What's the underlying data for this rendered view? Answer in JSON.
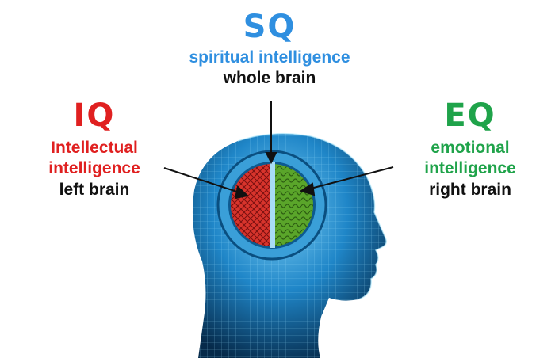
{
  "sq": {
    "abbr": "SQ",
    "label": "spiritual intelligence",
    "brain": "whole brain"
  },
  "iq": {
    "abbr": "IQ",
    "label_line1": "Intellectual",
    "label_line2": "intelligence",
    "brain": "left brain"
  },
  "eq": {
    "abbr": "EQ",
    "label_line1": "emotional",
    "label_line2": "intelligence",
    "brain": "right brain"
  },
  "colors": {
    "sq": "#2f8fe0",
    "iq": "#e02020",
    "eq": "#1fa34a",
    "left_hemisphere": "#d8342c",
    "right_hemisphere": "#5aa52a",
    "head": "#1f86c8"
  },
  "icons": [
    "head-profile-icon",
    "brain-circle-icon"
  ]
}
